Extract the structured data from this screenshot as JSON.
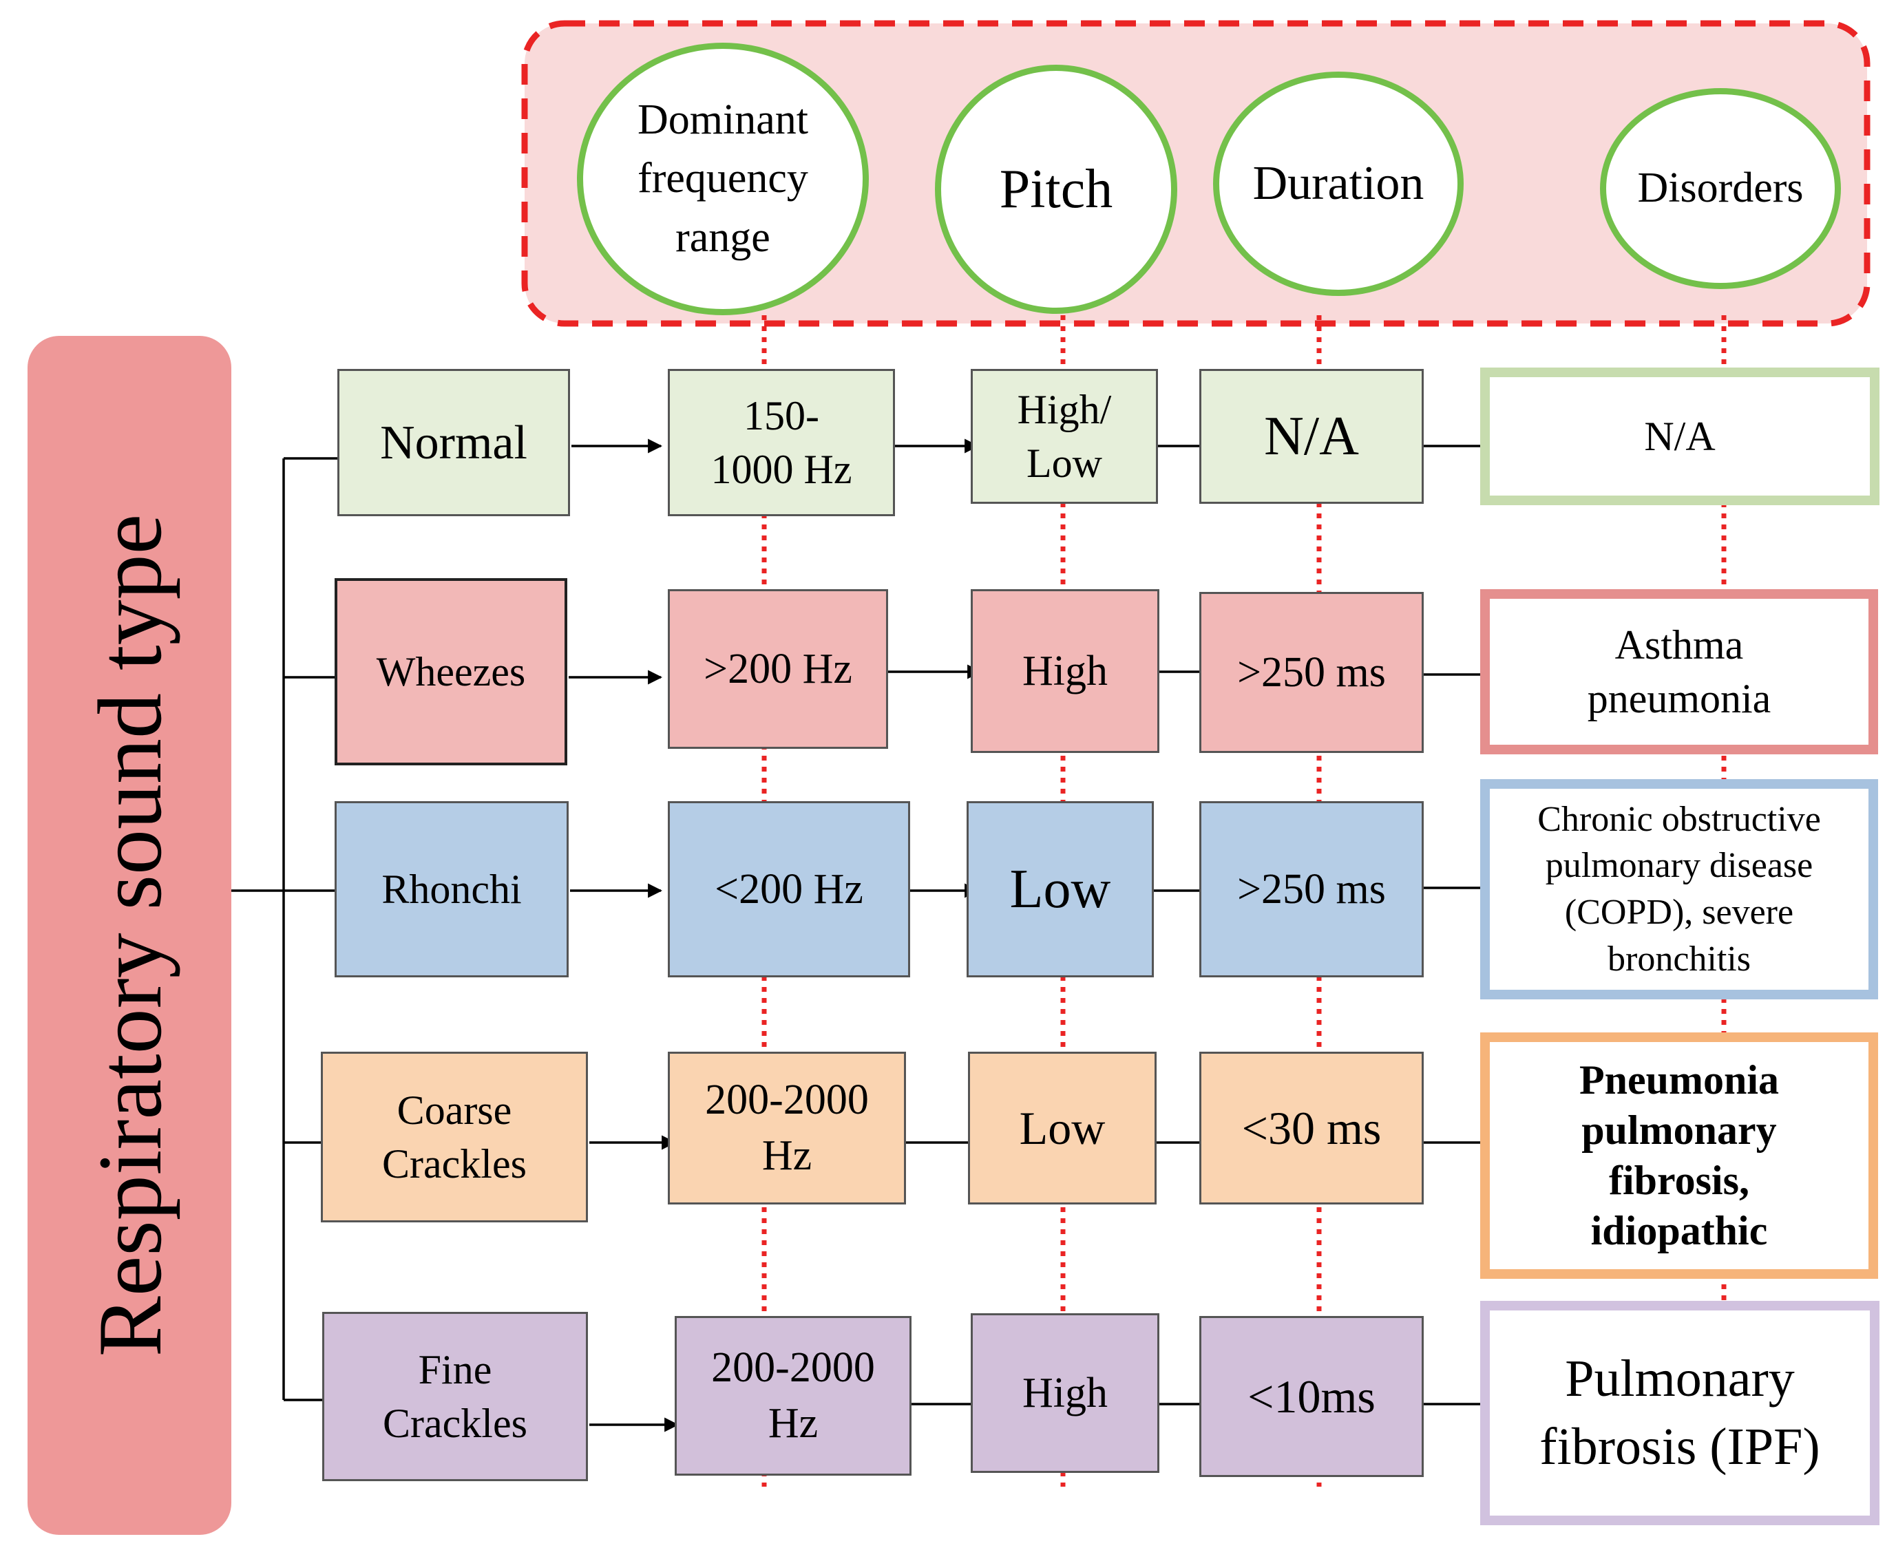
{
  "side_label": "Respiratory sound type",
  "headers": {
    "frequency": "Dominant\nfrequency\nrange",
    "pitch": "Pitch",
    "duration": "Duration",
    "disorders": "Disorders"
  },
  "rows": [
    {
      "type": "Normal",
      "frequency": "150-\n1000 Hz",
      "pitch": "High/\nLow",
      "duration": "N/A",
      "disorders": "N/A",
      "color": "#e6efda",
      "border_color": "#c7dcae"
    },
    {
      "type": "Wheezes",
      "frequency": ">200 Hz",
      "pitch": "High",
      "duration": ">250 ms",
      "disorders": "Asthma\npneumonia",
      "color": "#f2b8b7",
      "border_color": "#e58f8e"
    },
    {
      "type": "Rhonchi",
      "frequency": "<200 Hz",
      "pitch": "Low",
      "duration": ">250 ms",
      "disorders": "Chronic obstructive\npulmonary disease\n(COPD), severe\nbronchitis",
      "color": "#b5cde6",
      "border_color": "#a7c2df"
    },
    {
      "type": "Coarse\nCrackles",
      "frequency": "200-2000\nHz",
      "pitch": "Low",
      "duration": "<30 ms",
      "disorders": "Pneumonia\npulmonary\nfibrosis,\nidiopathic",
      "color": "#fad4b1",
      "border_color": "#f6b47a"
    },
    {
      "type": "Fine\nCrackles",
      "frequency": "200-2000\nHz",
      "pitch": "High",
      "duration": "<10ms",
      "disorders": "Pulmonary\nfibrosis (IPF)",
      "color": "#d2c0da",
      "border_color": "#d1c2df"
    }
  ],
  "colors": {
    "header_panel_fill": "#f9dada",
    "header_panel_border": "#ea2424",
    "circle_border": "#73c04a",
    "side_panel": "#ee9898",
    "guide_dots": "#ea2424"
  }
}
